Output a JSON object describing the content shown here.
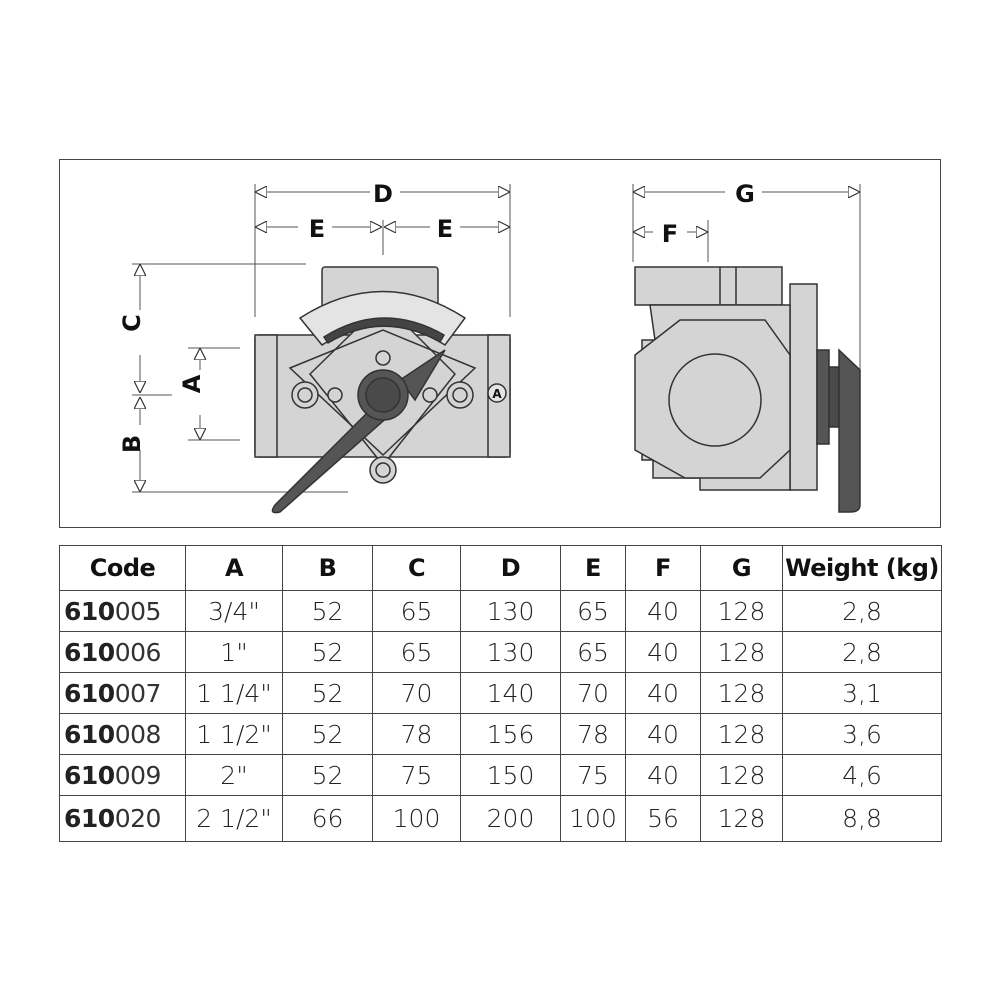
{
  "drawing": {
    "front_labels": {
      "D": "D",
      "E_left": "E",
      "E_right": "E",
      "C": "C",
      "A": "A",
      "B": "B",
      "port_marker": "A"
    },
    "side_labels": {
      "G": "G",
      "F": "F"
    }
  },
  "table": {
    "headers": [
      "Code",
      "A",
      "B",
      "C",
      "D",
      "E",
      "F",
      "G",
      "Weight (kg)"
    ],
    "rows": [
      {
        "code_prefix": "610",
        "code_suffix": "005",
        "A": "3/4\"",
        "B": "52",
        "C": "65",
        "D": "130",
        "E": "65",
        "F": "40",
        "G": "128",
        "W": "2,8"
      },
      {
        "code_prefix": "610",
        "code_suffix": "006",
        "A": "1\"",
        "B": "52",
        "C": "65",
        "D": "130",
        "E": "65",
        "F": "40",
        "G": "128",
        "W": "2,8"
      },
      {
        "code_prefix": "610",
        "code_suffix": "007",
        "A": "1 1/4\"",
        "B": "52",
        "C": "70",
        "D": "140",
        "E": "70",
        "F": "40",
        "G": "128",
        "W": "3,1"
      },
      {
        "code_prefix": "610",
        "code_suffix": "008",
        "A": "1 1/2\"",
        "B": "52",
        "C": "78",
        "D": "156",
        "E": "78",
        "F": "40",
        "G": "128",
        "W": "3,6"
      },
      {
        "code_prefix": "610",
        "code_suffix": "009",
        "A": "2\"",
        "B": "52",
        "C": "75",
        "D": "150",
        "E": "75",
        "F": "40",
        "G": "128",
        "W": "4,6"
      },
      {
        "code_prefix": "610",
        "code_suffix": "020",
        "A": "2 1/2\"",
        "B": "66",
        "C": "100",
        "D": "200",
        "E": "100",
        "F": "56",
        "G": "128",
        "W": "8,8"
      }
    ]
  }
}
